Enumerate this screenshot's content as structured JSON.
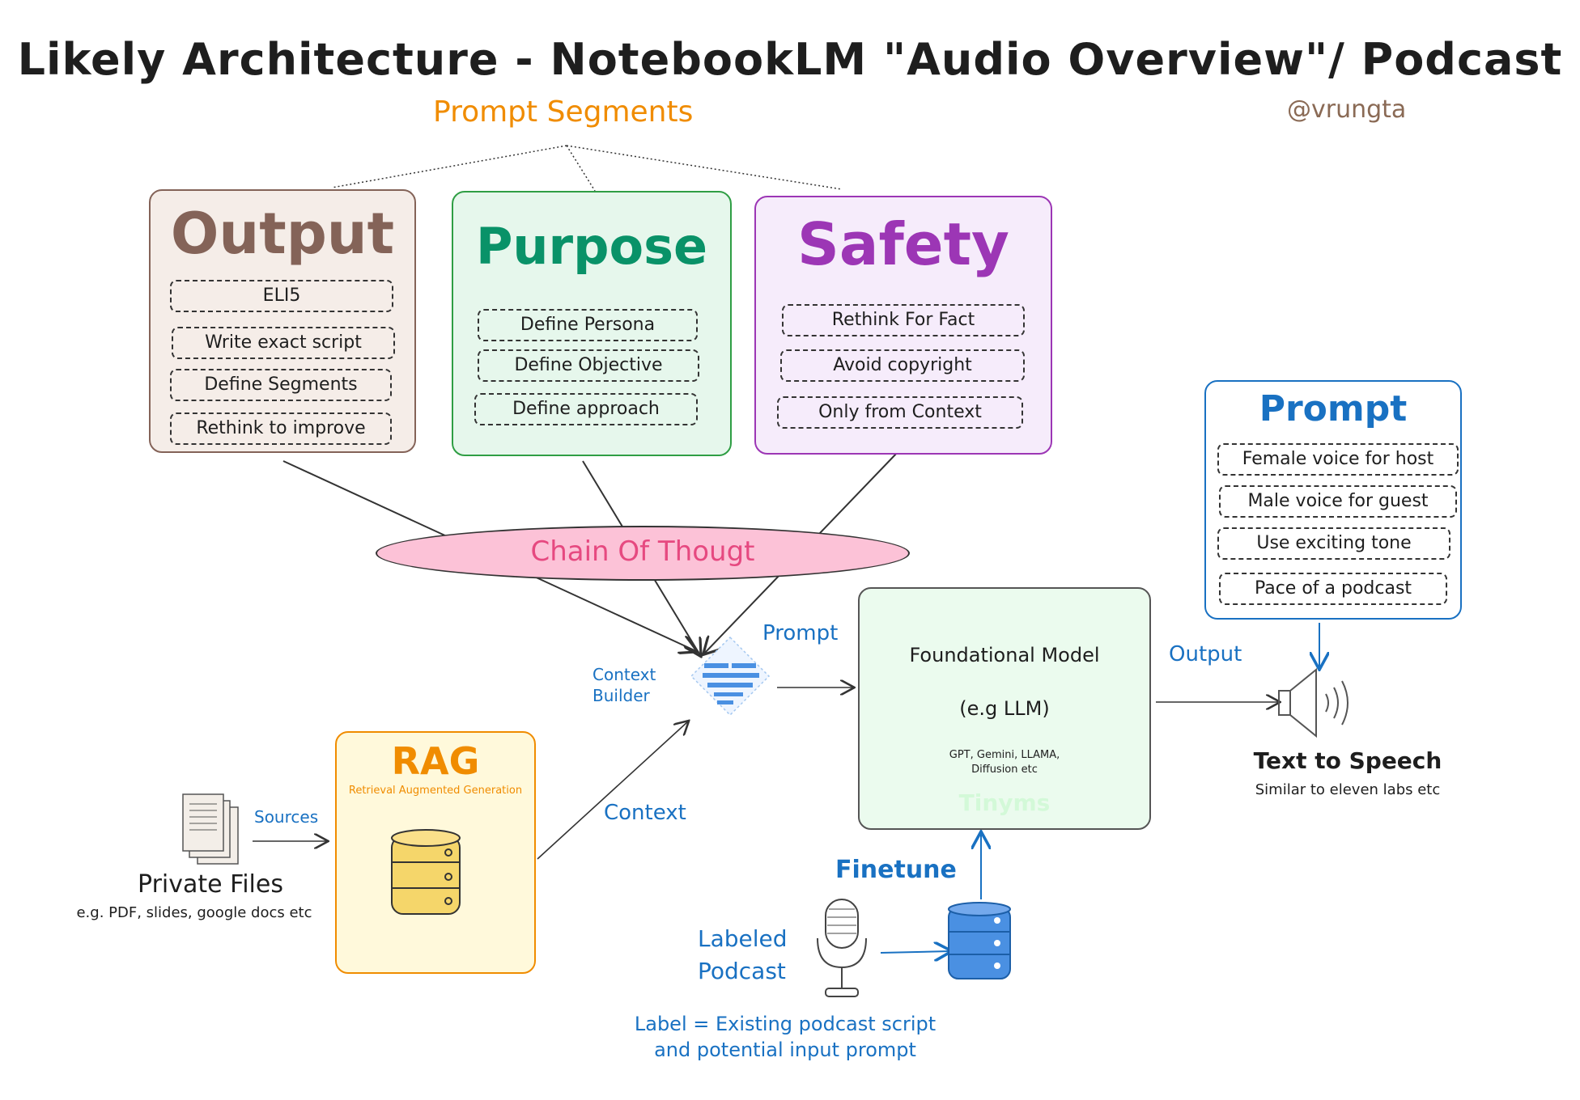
{
  "title": "Likely Architecture - NotebookLM \"Audio Overview\"/ Podcast",
  "handle": "@vrungta",
  "prompt_segments_label": "Prompt Segments",
  "segments": {
    "output": {
      "title": "Output",
      "color": "#846358",
      "items": [
        "ELI5",
        "Write exact script",
        "Define Segments",
        "Rethink to improve"
      ]
    },
    "purpose": {
      "title": "Purpose",
      "color": "#099268",
      "items": [
        "Define Persona",
        "Define Objective",
        "Define approach"
      ]
    },
    "safety": {
      "title": "Safety",
      "color": "#9c36b5",
      "items": [
        "Rethink For Fact",
        "Avoid copyright",
        "Only from Context"
      ]
    }
  },
  "chain_of_thought": "Chain Of Thougt",
  "context_builder": {
    "line1": "Context",
    "line2": "Builder"
  },
  "edge_labels": {
    "prompt": "Prompt",
    "output": "Output",
    "context": "Context",
    "sources": "Sources",
    "finetune": "Finetune"
  },
  "foundational_model": {
    "title": "Foundational Model",
    "subtitle": "(e.g LLM)",
    "examples_line1": "GPT, Gemini, LLAMA,",
    "examples_line2": "Diffusion etc",
    "watermark": "Tinyms"
  },
  "tts_prompt": {
    "title": "Prompt",
    "items": [
      "Female voice for host",
      "Male voice for guest",
      "Use exciting tone",
      "Pace of a podcast"
    ]
  },
  "tts": {
    "title": "Text to Speech",
    "subtitle": "Similar to eleven labs etc"
  },
  "rag": {
    "title": "RAG",
    "subtitle": "Retrieval Augmented Generation"
  },
  "private_files": {
    "title": "Private Files",
    "subtitle": "e.g. PDF, slides, google docs etc"
  },
  "labeled_podcast": {
    "line1": "Labeled",
    "line2": "Podcast"
  },
  "label_note": {
    "line1": "Label = Existing podcast script",
    "line2": "and potential input prompt"
  },
  "colors": {
    "output": "#846358",
    "purpose": "#099268",
    "safety": "#9c36b5",
    "blue": "#1971c2",
    "orange": "#f08c00",
    "pink": "#e64980"
  },
  "icons": [
    "context-builder-icon",
    "speaker-icon",
    "database-icon",
    "microphone-icon",
    "documents-icon"
  ]
}
